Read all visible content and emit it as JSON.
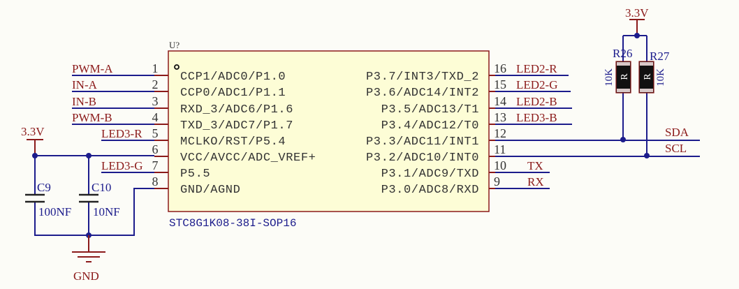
{
  "chip": {
    "designator": "U?",
    "part": "STC8G1K08-38I-SOP16",
    "left_pins": [
      {
        "num": "1",
        "name": "CCP1/ADC0/P1.0",
        "net": "PWM-A"
      },
      {
        "num": "2",
        "name": "CCP0/ADC1/P1.1",
        "net": "IN-A"
      },
      {
        "num": "3",
        "name": "RXD_3/ADC6/P1.6",
        "net": "IN-B"
      },
      {
        "num": "4",
        "name": "TXD_3/ADC7/P1.7",
        "net": "PWM-B"
      },
      {
        "num": "5",
        "name": "MCLKO/RST/P5.4",
        "net": "LED3-R"
      },
      {
        "num": "6",
        "name": "VCC/AVCC/ADC_VREF+",
        "net": ""
      },
      {
        "num": "7",
        "name": "P5.5",
        "net": "LED3-G"
      },
      {
        "num": "8",
        "name": "GND/AGND",
        "net": ""
      }
    ],
    "right_pins": [
      {
        "num": "16",
        "name": "P3.7/INT3/TXD_2",
        "net": "LED2-R"
      },
      {
        "num": "15",
        "name": "P3.6/ADC14/INT2",
        "net": "LED2-G"
      },
      {
        "num": "14",
        "name": "P3.5/ADC13/T1",
        "net": "LED2-B"
      },
      {
        "num": "13",
        "name": "P3.4/ADC12/T0",
        "net": "LED3-B"
      },
      {
        "num": "12",
        "name": "P3.3/ADC11/INT1",
        "net": ""
      },
      {
        "num": "11",
        "name": "P3.2/ADC10/INT0",
        "net": ""
      },
      {
        "num": "10",
        "name": "P3.1/ADC9/TXD",
        "net": "TX"
      },
      {
        "num": "9",
        "name": "P3.0/ADC8/RXD",
        "net": "RX"
      }
    ]
  },
  "power_left": {
    "label": "3.3V"
  },
  "gnd": {
    "label": "GND"
  },
  "caps": [
    {
      "ref": "C9",
      "value": "100NF"
    },
    {
      "ref": "C10",
      "value": "10NF"
    }
  ],
  "power_right": {
    "label": "3.3V"
  },
  "resistors": [
    {
      "ref": "R26",
      "value": "10K",
      "body": "R"
    },
    {
      "ref": "R27",
      "value": "10K",
      "body": "R"
    }
  ],
  "bus": {
    "sda": "SDA",
    "scl": "SCL"
  },
  "colors": {
    "wire": "#1c1c8c",
    "pin": "#8b1a1a",
    "chip_fill": "#fdfdd6",
    "background": "#fcfcf7"
  }
}
